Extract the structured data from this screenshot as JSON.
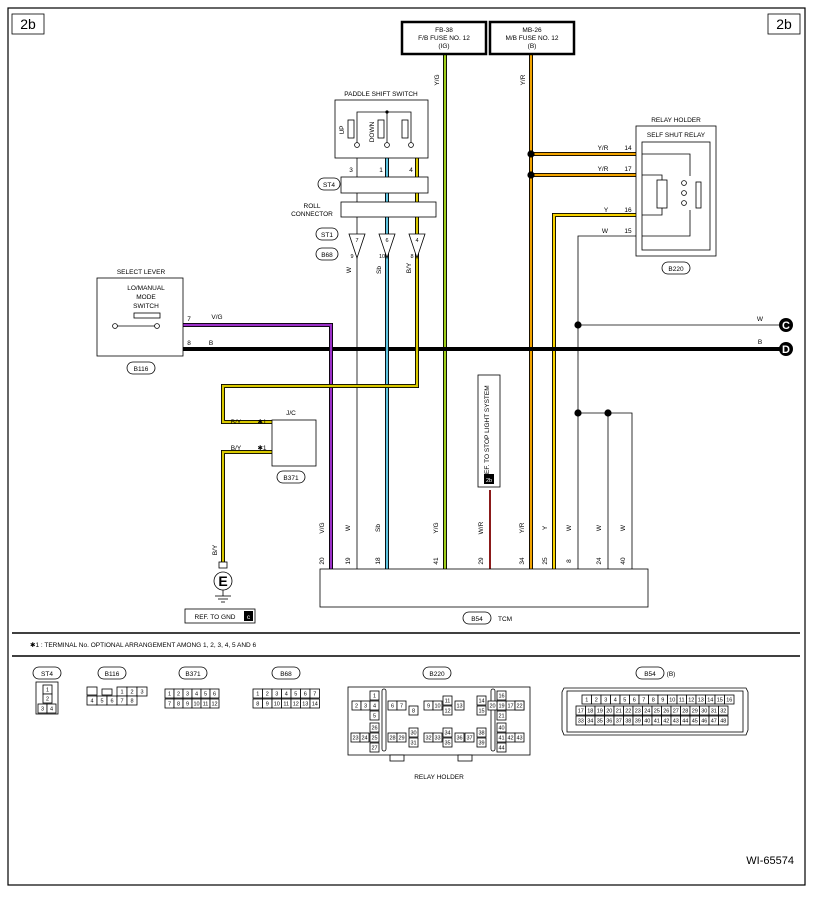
{
  "page": {
    "section_left": "2b",
    "section_right": "2b",
    "diagram_id": "WI-65574",
    "footnote": "✱1 : TERMINAL No. OPTIONAL ARRANGEMENT AMONG 1, 2, 3, 4, 5 AND 6"
  },
  "colors": {
    "V/G": "#9b30c8",
    "B": "#000000",
    "Y/G": "#9fce1b",
    "Y/R": "#f2a400",
    "Y": "#f7d200",
    "Sb": "#5fc4e0",
    "W": "#ffffff",
    "B/Y": "#d8c800",
    "W/R": "#8b1a1a"
  },
  "fuses": [
    {
      "line1": "FB-38",
      "line2": "F/B FUSE NO. 12",
      "line3": "(IG)",
      "wire": "Y/G"
    },
    {
      "line1": "MB-26",
      "line2": "M/B FUSE NO. 12",
      "line3": "(B)",
      "wire": "Y/R"
    }
  ],
  "paddle_shift": {
    "title": "PADDLE SHIFT SWITCH",
    "up": "UP",
    "down": "DOWN",
    "pins": [
      "3",
      "1",
      "4"
    ]
  },
  "connectors": {
    "st4": "ST4",
    "roll": "ROLL",
    "roll2": "CONNECTOR",
    "st1": "ST1",
    "b68": "B68",
    "st1_pins": [
      "7",
      "6",
      "4"
    ],
    "b68_pins": [
      "9",
      "10",
      "8"
    ],
    "wires": [
      "W",
      "Sb",
      "B/Y"
    ]
  },
  "relay": {
    "holder": "RELAY HOLDER",
    "title": "SELF SHUT RELAY",
    "connector": "B220",
    "pins": [
      {
        "wire": "Y/R",
        "pin": "14"
      },
      {
        "wire": "Y/R",
        "pin": "17"
      },
      {
        "wire": "Y",
        "pin": "16"
      },
      {
        "wire": "W",
        "pin": "15"
      }
    ]
  },
  "select_lever": {
    "title": "SELECT LEVER",
    "line1": "LO/MANUAL",
    "line2": "MODE",
    "line3": "SWITCH",
    "connector": "B116",
    "pin7": "7",
    "wire7": "V/G",
    "pin8": "8",
    "wire8": "B"
  },
  "jc": {
    "label": "J/C",
    "connector": "B371",
    "wire1": "B/Y",
    "wire2": "B/Y",
    "mark": "✱1"
  },
  "ground": {
    "wire": "B/Y",
    "symbol": "E",
    "ref": "REF. TO GND",
    "ref_tag": "c"
  },
  "right_refs": {
    "c_wire": "W",
    "c_label": "C",
    "d_wire": "B",
    "d_label": "D"
  },
  "stop_light": {
    "text": "REF. TO STOP LIGHT SYSTEM",
    "tag": "2b"
  },
  "tcm": {
    "label": "TCM",
    "connector": "B54",
    "pins": [
      {
        "wire": "V/G",
        "pin": "20"
      },
      {
        "wire": "W",
        "pin": "19"
      },
      {
        "wire": "Sb",
        "pin": "18"
      },
      {
        "wire": "Y/G",
        "pin": "41"
      },
      {
        "wire": "W/R",
        "pin": "29"
      },
      {
        "wire": "Y/R",
        "pin": "34"
      },
      {
        "wire": "Y",
        "pin": "25"
      },
      {
        "wire": "W",
        "pin": "8"
      },
      {
        "wire": "W",
        "pin": "24"
      },
      {
        "wire": "W",
        "pin": "40"
      }
    ]
  },
  "legend": {
    "st4": {
      "name": "ST4",
      "rows": [
        [
          "1"
        ],
        [
          "2"
        ],
        [
          "3",
          "4"
        ]
      ]
    },
    "b116": {
      "name": "B116",
      "rows": [
        [
          "1",
          "2",
          "3"
        ],
        [
          "4",
          "5",
          "6",
          "7",
          "8"
        ]
      ]
    },
    "b371": {
      "name": "B371",
      "rows": [
        [
          "1",
          "2",
          "3",
          "4",
          "5",
          "6"
        ],
        [
          "7",
          "8",
          "9",
          "10",
          "11",
          "12"
        ]
      ]
    },
    "b68": {
      "name": "B68",
      "rows": [
        [
          "1",
          "2",
          "3",
          "4",
          "5",
          "6",
          "7"
        ],
        [
          "8",
          "9",
          "10",
          "11",
          "12",
          "13",
          "14"
        ]
      ]
    },
    "b220": {
      "name": "B220",
      "caption": "RELAY HOLDER",
      "cells": [
        "1",
        "2",
        "3",
        "4",
        "5",
        "6",
        "7",
        "8",
        "9",
        "10",
        "11",
        "12",
        "13",
        "14",
        "15",
        "16",
        "17",
        "18",
        "19",
        "20",
        "21",
        "22",
        "23",
        "24",
        "25",
        "26",
        "27",
        "28",
        "29",
        "30",
        "31",
        "32",
        "33",
        "34",
        "35",
        "36",
        "37",
        "38",
        "39",
        "40",
        "41",
        "42",
        "43",
        "44"
      ]
    },
    "b54": {
      "name": "B54",
      "suffix": "(B)",
      "rows": [
        [
          "1",
          "2",
          "3",
          "4",
          "5",
          "6",
          "7",
          "8",
          "9",
          "10",
          "11",
          "12",
          "13",
          "14",
          "15",
          "16"
        ],
        [
          "17",
          "18",
          "19",
          "20",
          "21",
          "22",
          "23",
          "24",
          "25",
          "26",
          "27",
          "28",
          "29",
          "30",
          "31",
          "32"
        ],
        [
          "33",
          "34",
          "35",
          "36",
          "37",
          "38",
          "39",
          "40",
          "41",
          "42",
          "43",
          "44",
          "45",
          "46",
          "47",
          "48"
        ]
      ]
    }
  }
}
